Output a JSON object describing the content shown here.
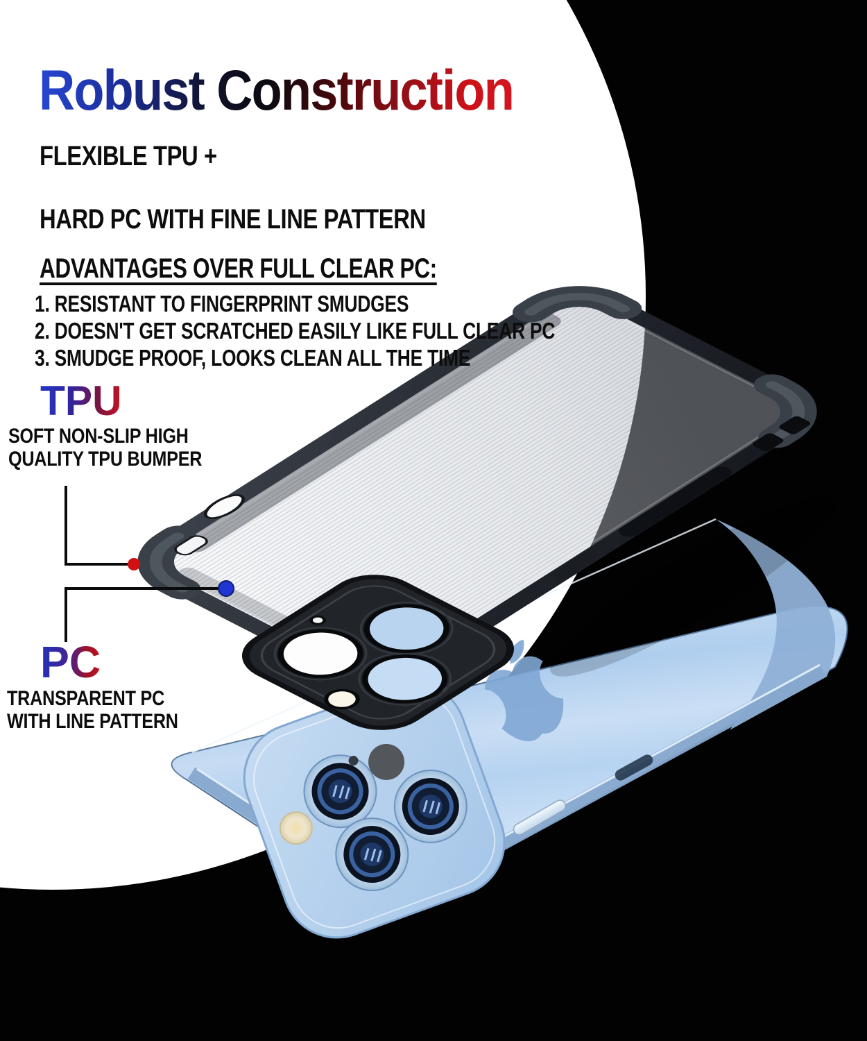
{
  "title": "Robust Construction",
  "intro": {
    "line1": "FLEXIBLE TPU +",
    "line2": "HARD PC WITH FINE LINE PATTERN"
  },
  "advantages": {
    "heading": "ADVANTAGES OVER FULL CLEAR PC:",
    "items": [
      "1. RESISTANT TO FINGERPRINT SMUDGES",
      "2. DOESN'T GET SCRATCHED EASILY LIKE FULL CLEAR PC",
      "3. SMUDGE PROOF, LOOKS CLEAN ALL THE TIME"
    ]
  },
  "callouts": {
    "tpu": {
      "label": "TPU",
      "desc_line1": "SOFT NON-SLIP HIGH",
      "desc_line2": "QUALITY TPU BUMPER"
    },
    "pc": {
      "label": "PC",
      "desc_line1": "TRANSPARENT PC",
      "desc_line2": "WITH LINE PATTERN"
    }
  },
  "colors": {
    "background": "#000000",
    "backdrop_circle": "#ffffff",
    "title_gradient_start": "#2747d2",
    "title_gradient_mid": "#0a0a10",
    "title_gradient_end": "#d41520",
    "tpu_dot": "#d01114",
    "pc_dot": "#2036d2",
    "phone_blue": "#aac9ec",
    "case_frame_dark": "#2a2e35"
  }
}
